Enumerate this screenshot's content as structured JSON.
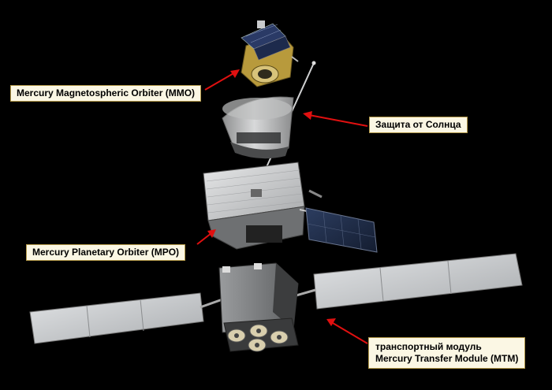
{
  "labels": {
    "mmo": "Mercury Magnetospheric Orbiter (MMO)",
    "sun_shield": "Защита от Солнца",
    "mpo": "Mercury Planetary Orbiter (MPO)",
    "mtm_line1": "транспортный модуль",
    "mtm_line2": "Mercury Transfer Module (MTM)"
  },
  "colors": {
    "background": "#000000",
    "label_fill": "#fbf7e4",
    "label_border": "#b59a4a",
    "arrow": "#e01010",
    "solar_panel": "#c9cbcd",
    "mpo_solar_array": "#1c2a44",
    "mmo_gold": "#b89a3c"
  }
}
